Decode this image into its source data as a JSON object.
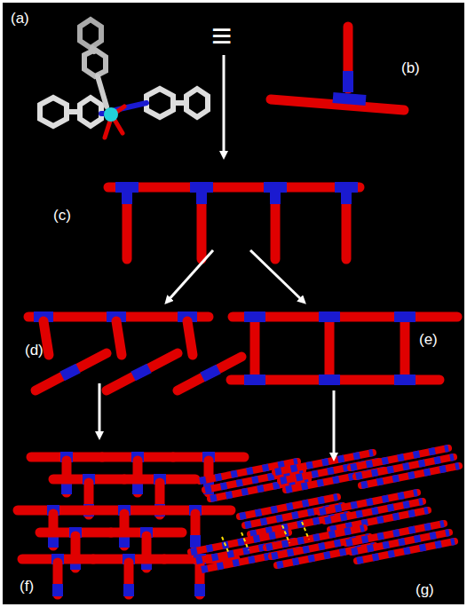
{
  "diagram": {
    "labels": [
      "(a)",
      "≡",
      "(b)",
      "(c)",
      "(d)",
      "(e)",
      "(f)",
      "(g)"
    ]
  }
}
